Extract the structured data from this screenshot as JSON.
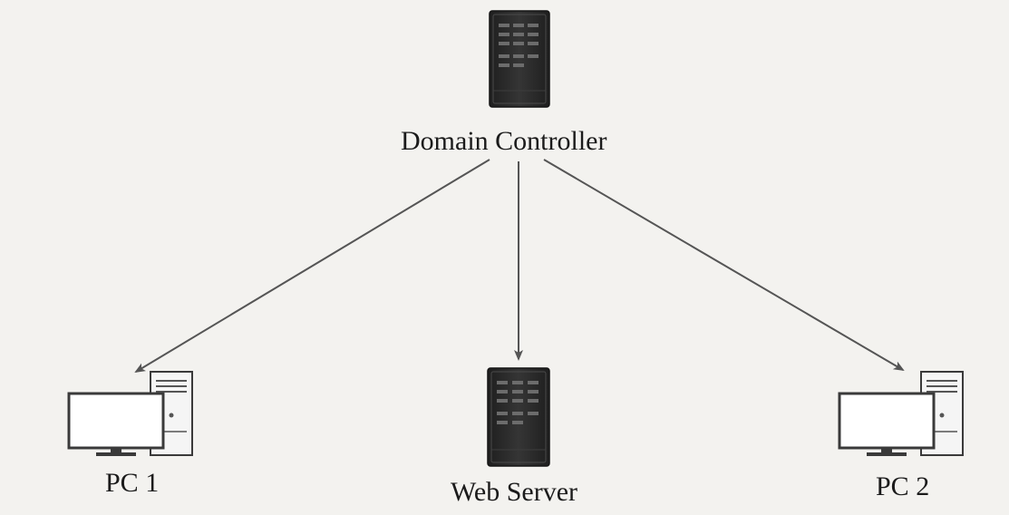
{
  "nodes": {
    "domain_controller": {
      "label": "Domain Controller",
      "icon": "server-rack-icon"
    },
    "pc1": {
      "label": "PC 1",
      "icon": "desktop-computer-icon"
    },
    "web_server": {
      "label": "Web Server",
      "icon": "server-rack-icon"
    },
    "pc2": {
      "label": "PC 2",
      "icon": "desktop-computer-icon"
    }
  },
  "edges": [
    {
      "from": "Domain Controller",
      "to": "PC 1"
    },
    {
      "from": "Domain Controller",
      "to": "Web Server"
    },
    {
      "from": "Domain Controller",
      "to": "PC 2"
    }
  ],
  "colors": {
    "background": "#f3f2ef",
    "server_body": "#2b2b2b",
    "arrow": "#555555",
    "text": "#1b1b1b"
  }
}
